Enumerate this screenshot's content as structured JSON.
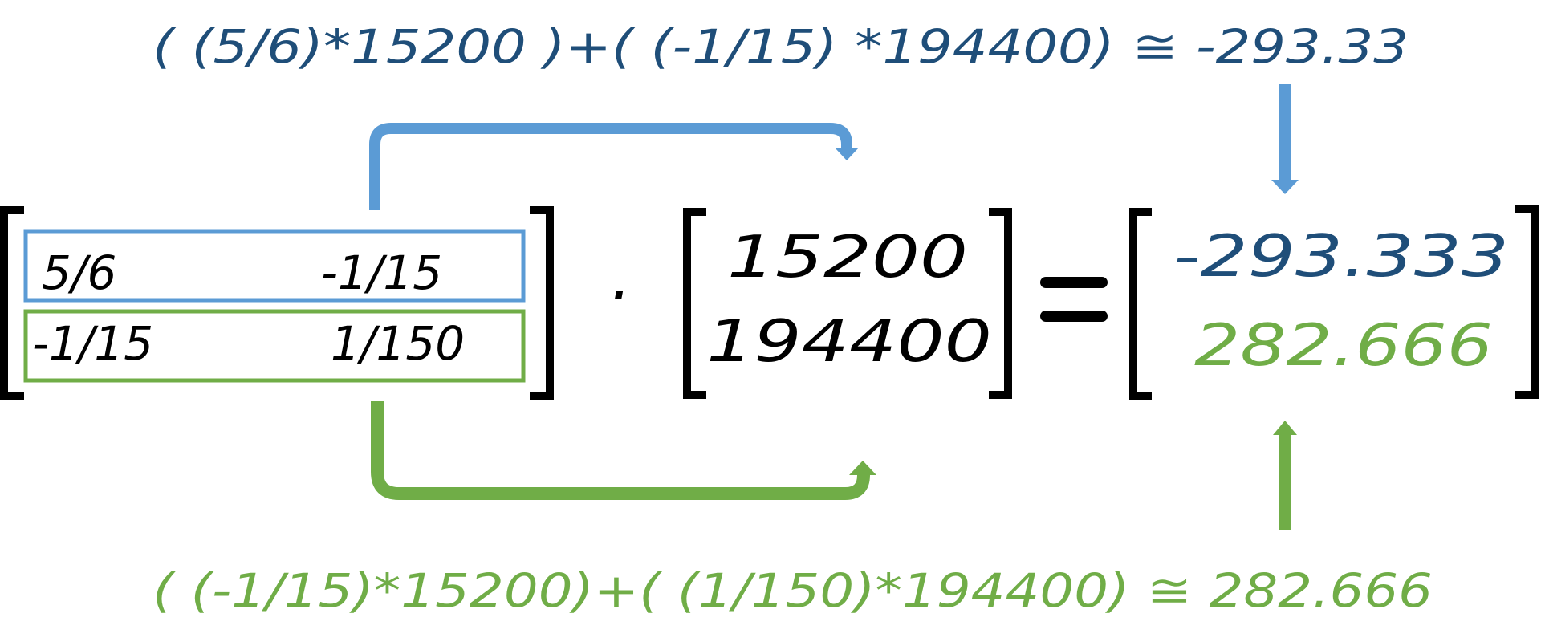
{
  "colors": {
    "dark_blue_text": "#1f4e79",
    "blue_accent": "#5b9bd5",
    "green_accent": "#70ad47",
    "black": "#000000"
  },
  "top_formula": "( (5/6)*15200 )+( (-1/15) *194400) ≅ -293.33",
  "bottom_formula": "( (-1/15)*15200)+( (1/150)*194400) ≅ 282.666",
  "matrix": {
    "row1": [
      "5/6",
      "-1/15"
    ],
    "row2": [
      "-1/15",
      "1/150"
    ]
  },
  "dot_operator": "·",
  "vector": [
    "15200",
    "194400"
  ],
  "equals": "=",
  "result": [
    "-293.333",
    "282.666"
  ]
}
